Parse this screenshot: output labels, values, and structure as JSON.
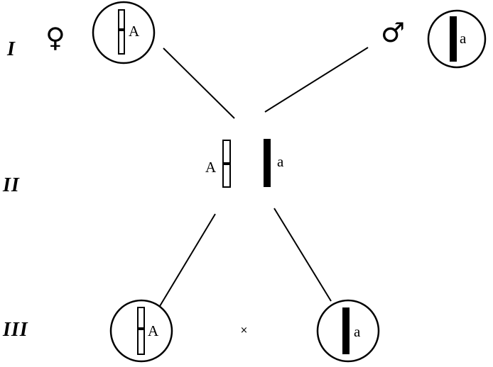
{
  "generations": {
    "g1": "I",
    "g2": "II",
    "g3": "III"
  },
  "symbols": {
    "female": "♀",
    "male": "♂"
  },
  "alleles": {
    "dominant": "A",
    "recessive": "a"
  },
  "cross_marker": "×",
  "colors": {
    "ink": "#000000",
    "paper": "#ffffff"
  }
}
